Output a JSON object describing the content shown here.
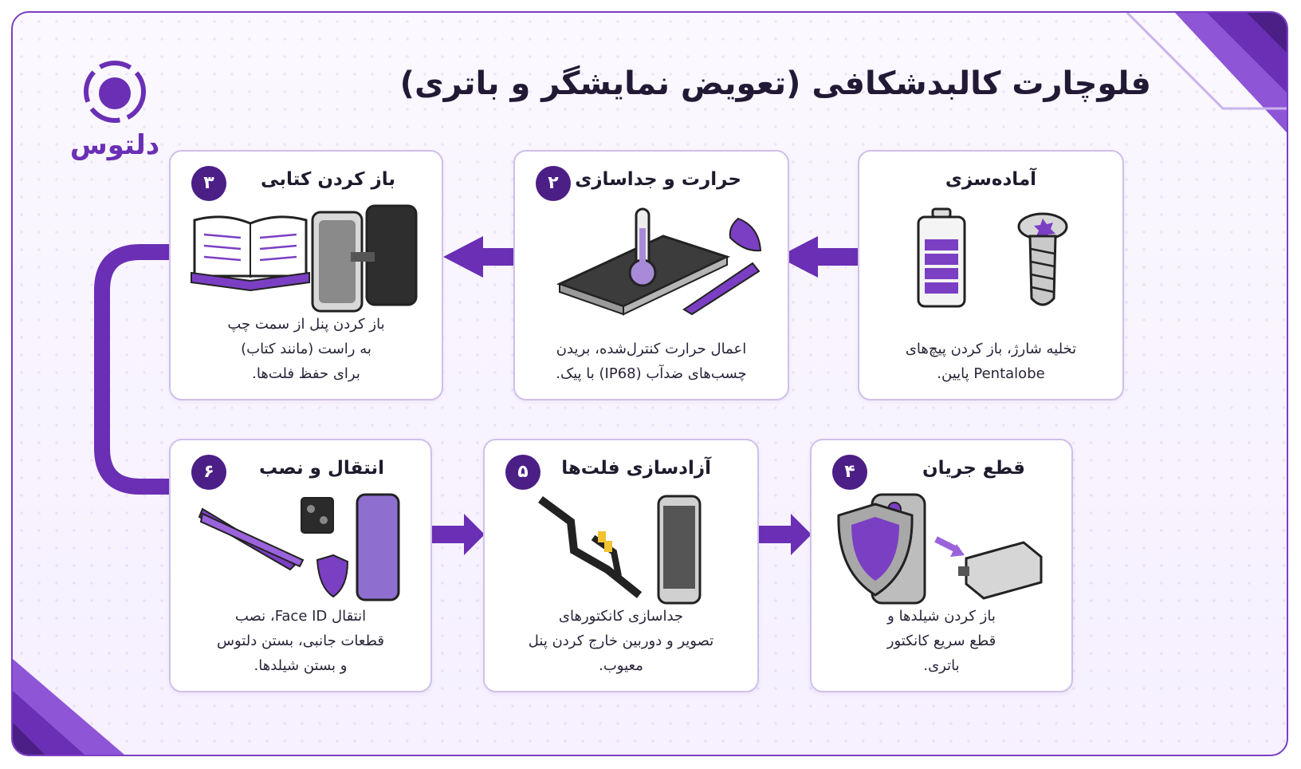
{
  "brand": {
    "name": "دلتوس"
  },
  "title": "فلوچارت کالبدشکافی (تعویض نمایشگر و باتری)",
  "colors": {
    "accent": "#6a2fb4",
    "dark_accent": "#4b1f86",
    "card_border": "#cfc0e8"
  },
  "steps": [
    {
      "number": "",
      "title": "آماده‌سزی",
      "icons": [
        "battery-icon",
        "pentalobe-screw-icon"
      ],
      "lines": [
        "تخلیه شارژ، باز کردن پیچ‌های",
        "Pentalobe پایین."
      ]
    },
    {
      "number": "۲",
      "title": "حرارت و جداسازی",
      "icons": [
        "heated-phone-icon",
        "thermometer-icon",
        "guitar-pick-icon",
        "scalpel-icon"
      ],
      "lines": [
        "اعمال حرارت کنترل‌شده، بریدن",
        "چسب‌های ضدآب (IP68) با پیک."
      ]
    },
    {
      "number": "۳",
      "title": "باز کردن کتابی",
      "icons": [
        "open-book-icon",
        "opened-phone-icon"
      ],
      "lines": [
        "باز کردن پنل از سمت چپ",
        "به راست (مانند کتاب)",
        "برای حفظ فلت‌ها."
      ]
    },
    {
      "number": "۴",
      "title": "قطع جریان",
      "icons": [
        "shield-phone-icon",
        "battery-connector-icon"
      ],
      "lines": [
        "باز کردن شیلدها و",
        "قطع سریع کانکتور",
        "باتری."
      ]
    },
    {
      "number": "۵",
      "title": "آزادسازی فلت‌ها",
      "icons": [
        "flex-cable-icon",
        "phone-screen-icon"
      ],
      "lines": [
        "جداسازی کانکتورهای",
        "تصویر و دوربین خارج کردن پنل",
        "معیوب."
      ]
    },
    {
      "number": "۶",
      "title": "انتقال و نصب",
      "icons": [
        "tweezers-icon",
        "camera-module-icon",
        "shield-part-icon",
        "display-panel-icon"
      ],
      "lines": [
        "انتقال Face ID، نصب",
        "قطعات جانبی، بستن دلتوس",
        "و بستن شیلدها."
      ]
    }
  ]
}
